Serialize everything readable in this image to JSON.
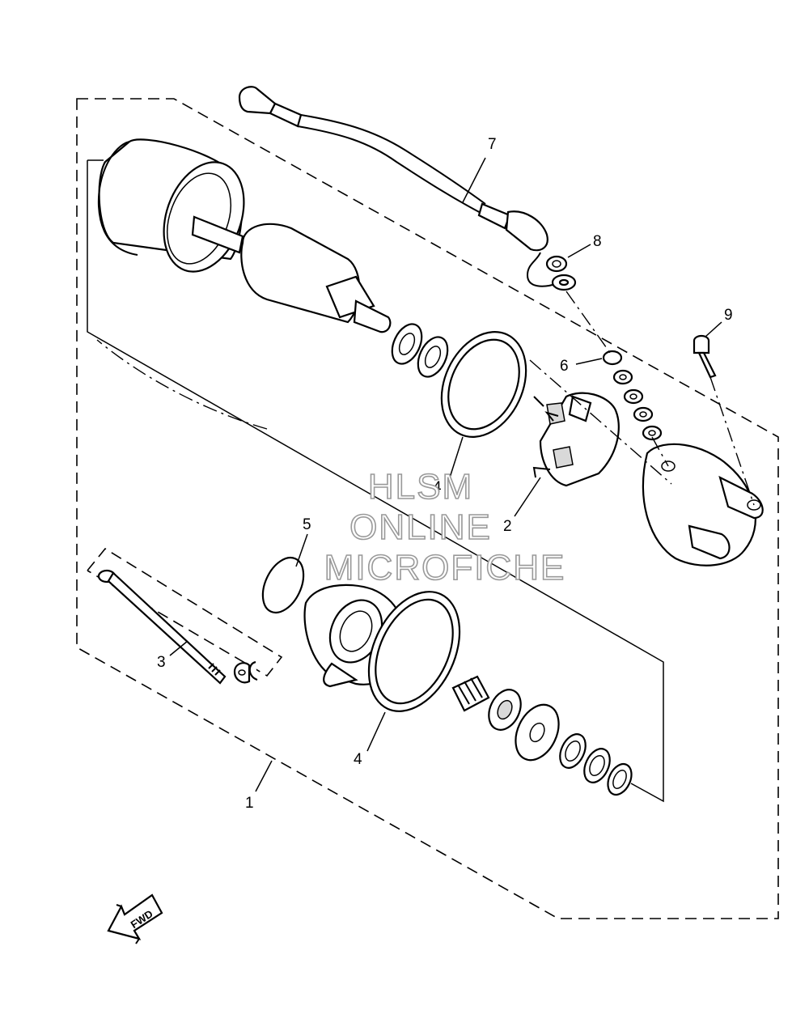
{
  "diagram": {
    "callouts": {
      "c1": "1",
      "c2": "2",
      "c3": "3",
      "c4a": "4",
      "c4b": "4",
      "c5": "5",
      "c6": "6",
      "c7": "7",
      "c8": "8",
      "c9": "9"
    },
    "direction_label": "FWD"
  },
  "watermark": {
    "line1": "HLSM",
    "line2": "ONLINE",
    "line3": "MICROFICHE"
  }
}
